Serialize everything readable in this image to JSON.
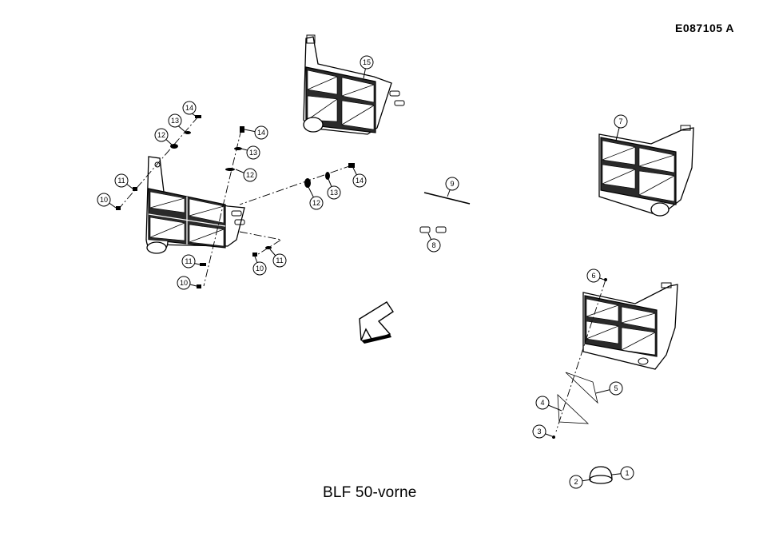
{
  "document": {
    "code": "E087105  A",
    "title": "BLF  50-vorne"
  },
  "callouts": {
    "c1": "1",
    "c2": "2",
    "c3": "3",
    "c4": "4",
    "c5": "5",
    "c6": "6",
    "c7": "7",
    "c8": "8",
    "c9": "9",
    "c10a": "10",
    "c10b": "10",
    "c10c": "10",
    "c11a": "11",
    "c11b": "11",
    "c11c": "11",
    "c12a": "12",
    "c12b": "12",
    "c12c": "12",
    "c13a": "13",
    "c13b": "13",
    "c13c": "13",
    "c14a": "14",
    "c14b": "14",
    "c14c": "14",
    "c15": "15"
  },
  "icons": {
    "direction": "arrow-down-left-icon"
  }
}
